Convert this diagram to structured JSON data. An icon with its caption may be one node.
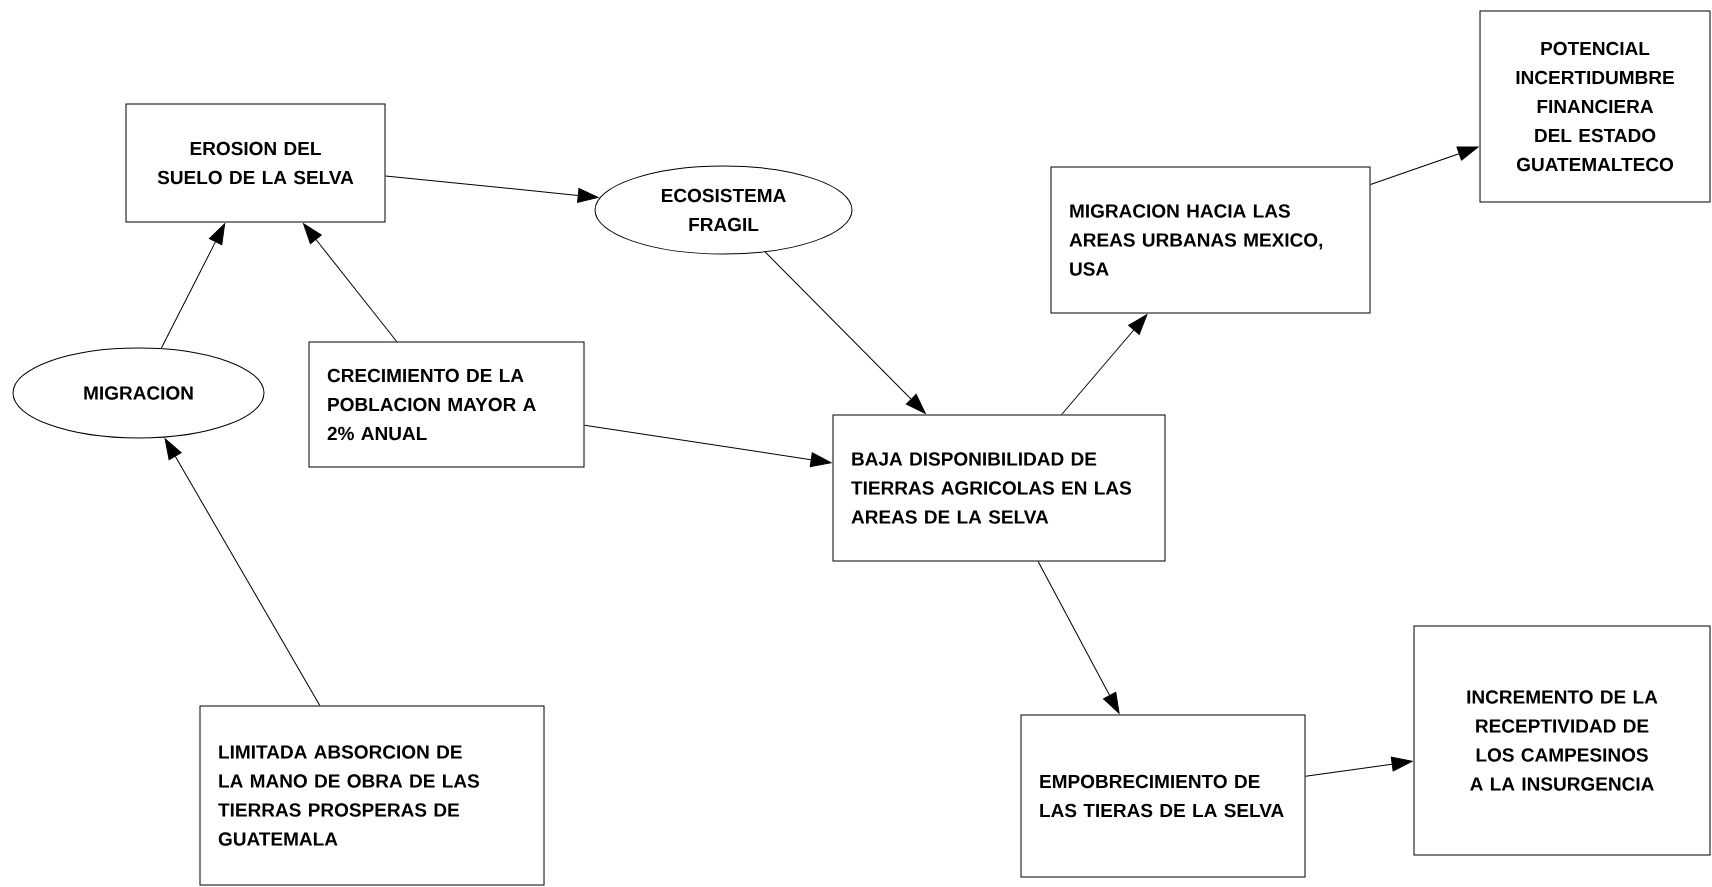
{
  "diagram": {
    "nodes": [
      {
        "text": [
          "EROSION DEL SUELO DE LA SELVA"
        ]
      },
      {
        "text": [
          "ECOSISTEMA FRAGIL"
        ]
      },
      {
        "text": [
          "MIGRACION"
        ]
      },
      {
        "text": [
          "CRECIMIENTO DE LA POBLACION MAYOR A 2% ANUAL"
        ]
      },
      {
        "text": [
          "BAJA DISPONIBILIDAD DE TIERRAS AGRICOLAS EN LAS AREAS DE LA SELVA"
        ]
      },
      {
        "text": [
          "MIGRACION HACIA LAS AREAS URBANAS MEXICO, USA"
        ]
      },
      {
        "text": [
          "POTENCIAL INCERTIDUMBRE FINANCIERA DEL ESTADO GUATEMALTECO"
        ]
      },
      {
        "text": [
          "LIMITADA ABSORCION DE LA MANO DE OBRA DE LAS TIERRAS PROSPERAS DE GUATEMALA"
        ]
      },
      {
        "text": [
          "EMPOBRECIMIENTO DE LAS TIERAS DE LA SELVA"
        ]
      },
      {
        "text": [
          "INCREMENTO DE LA RECEPTIVIDAD DE LOS CAMPESINOS A LA INSURGENCIA"
        ]
      }
    ],
    "edges": [
      {
        "from": 2,
        "to": 0,
        "arrow": "to"
      },
      {
        "from": 3,
        "to": 0,
        "arrow": "to"
      },
      {
        "from": 0,
        "to": 1,
        "arrow": "to"
      },
      {
        "from": 1,
        "to": 4,
        "arrow": "to"
      },
      {
        "from": 3,
        "to": 4,
        "arrow": "to"
      },
      {
        "from": 7,
        "to": 2,
        "arrow": "to"
      },
      {
        "from": 4,
        "to": 5,
        "arrow": "to"
      },
      {
        "from": 5,
        "to": 6,
        "arrow": "to"
      },
      {
        "from": 4,
        "to": 8,
        "arrow": "to"
      },
      {
        "from": 8,
        "to": 9,
        "arrow": "to"
      }
    ]
  }
}
